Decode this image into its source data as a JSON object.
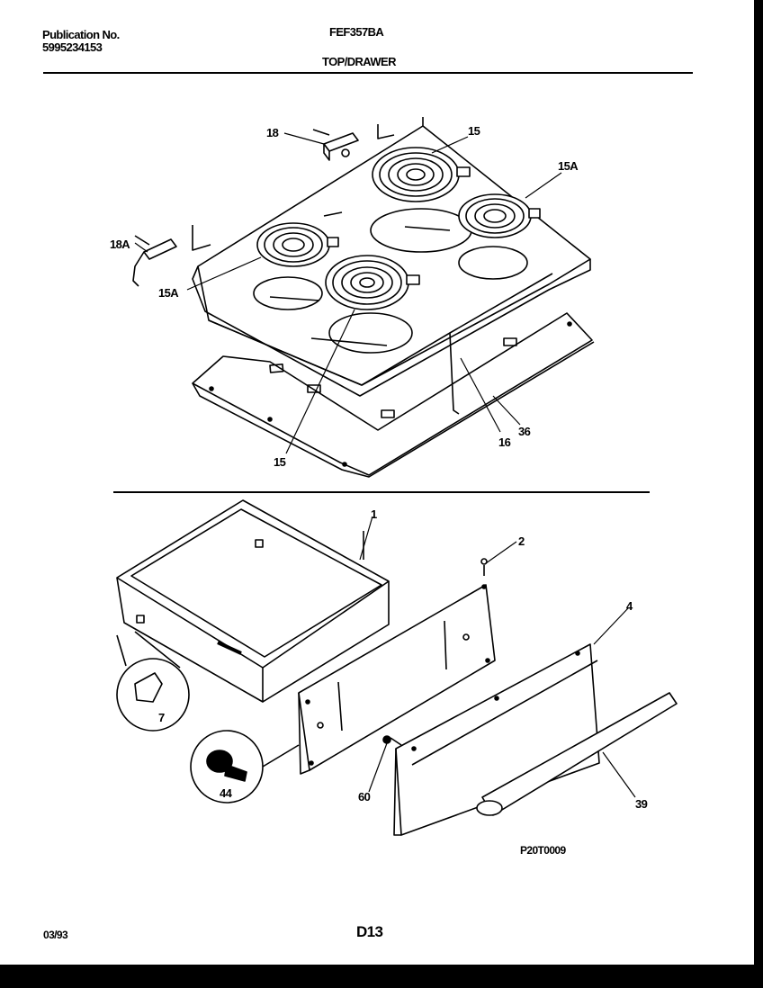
{
  "header": {
    "publication_label": "Publication No.",
    "publication_number": "5995234153",
    "model": "FEF357BA",
    "section": "TOP/DRAWER"
  },
  "callouts": {
    "c18": "18",
    "c15_top": "15",
    "c15A_right": "15A",
    "c18A": "18A",
    "c15A_left": "15A",
    "c15_bottom": "15",
    "c16": "16",
    "c36": "36",
    "c1": "1",
    "c2": "2",
    "c4": "4",
    "c7": "7",
    "c44": "44",
    "c60": "60",
    "c39": "39"
  },
  "figure_code": "P20T0009",
  "footer": {
    "date": "03/93",
    "page": "D13"
  }
}
